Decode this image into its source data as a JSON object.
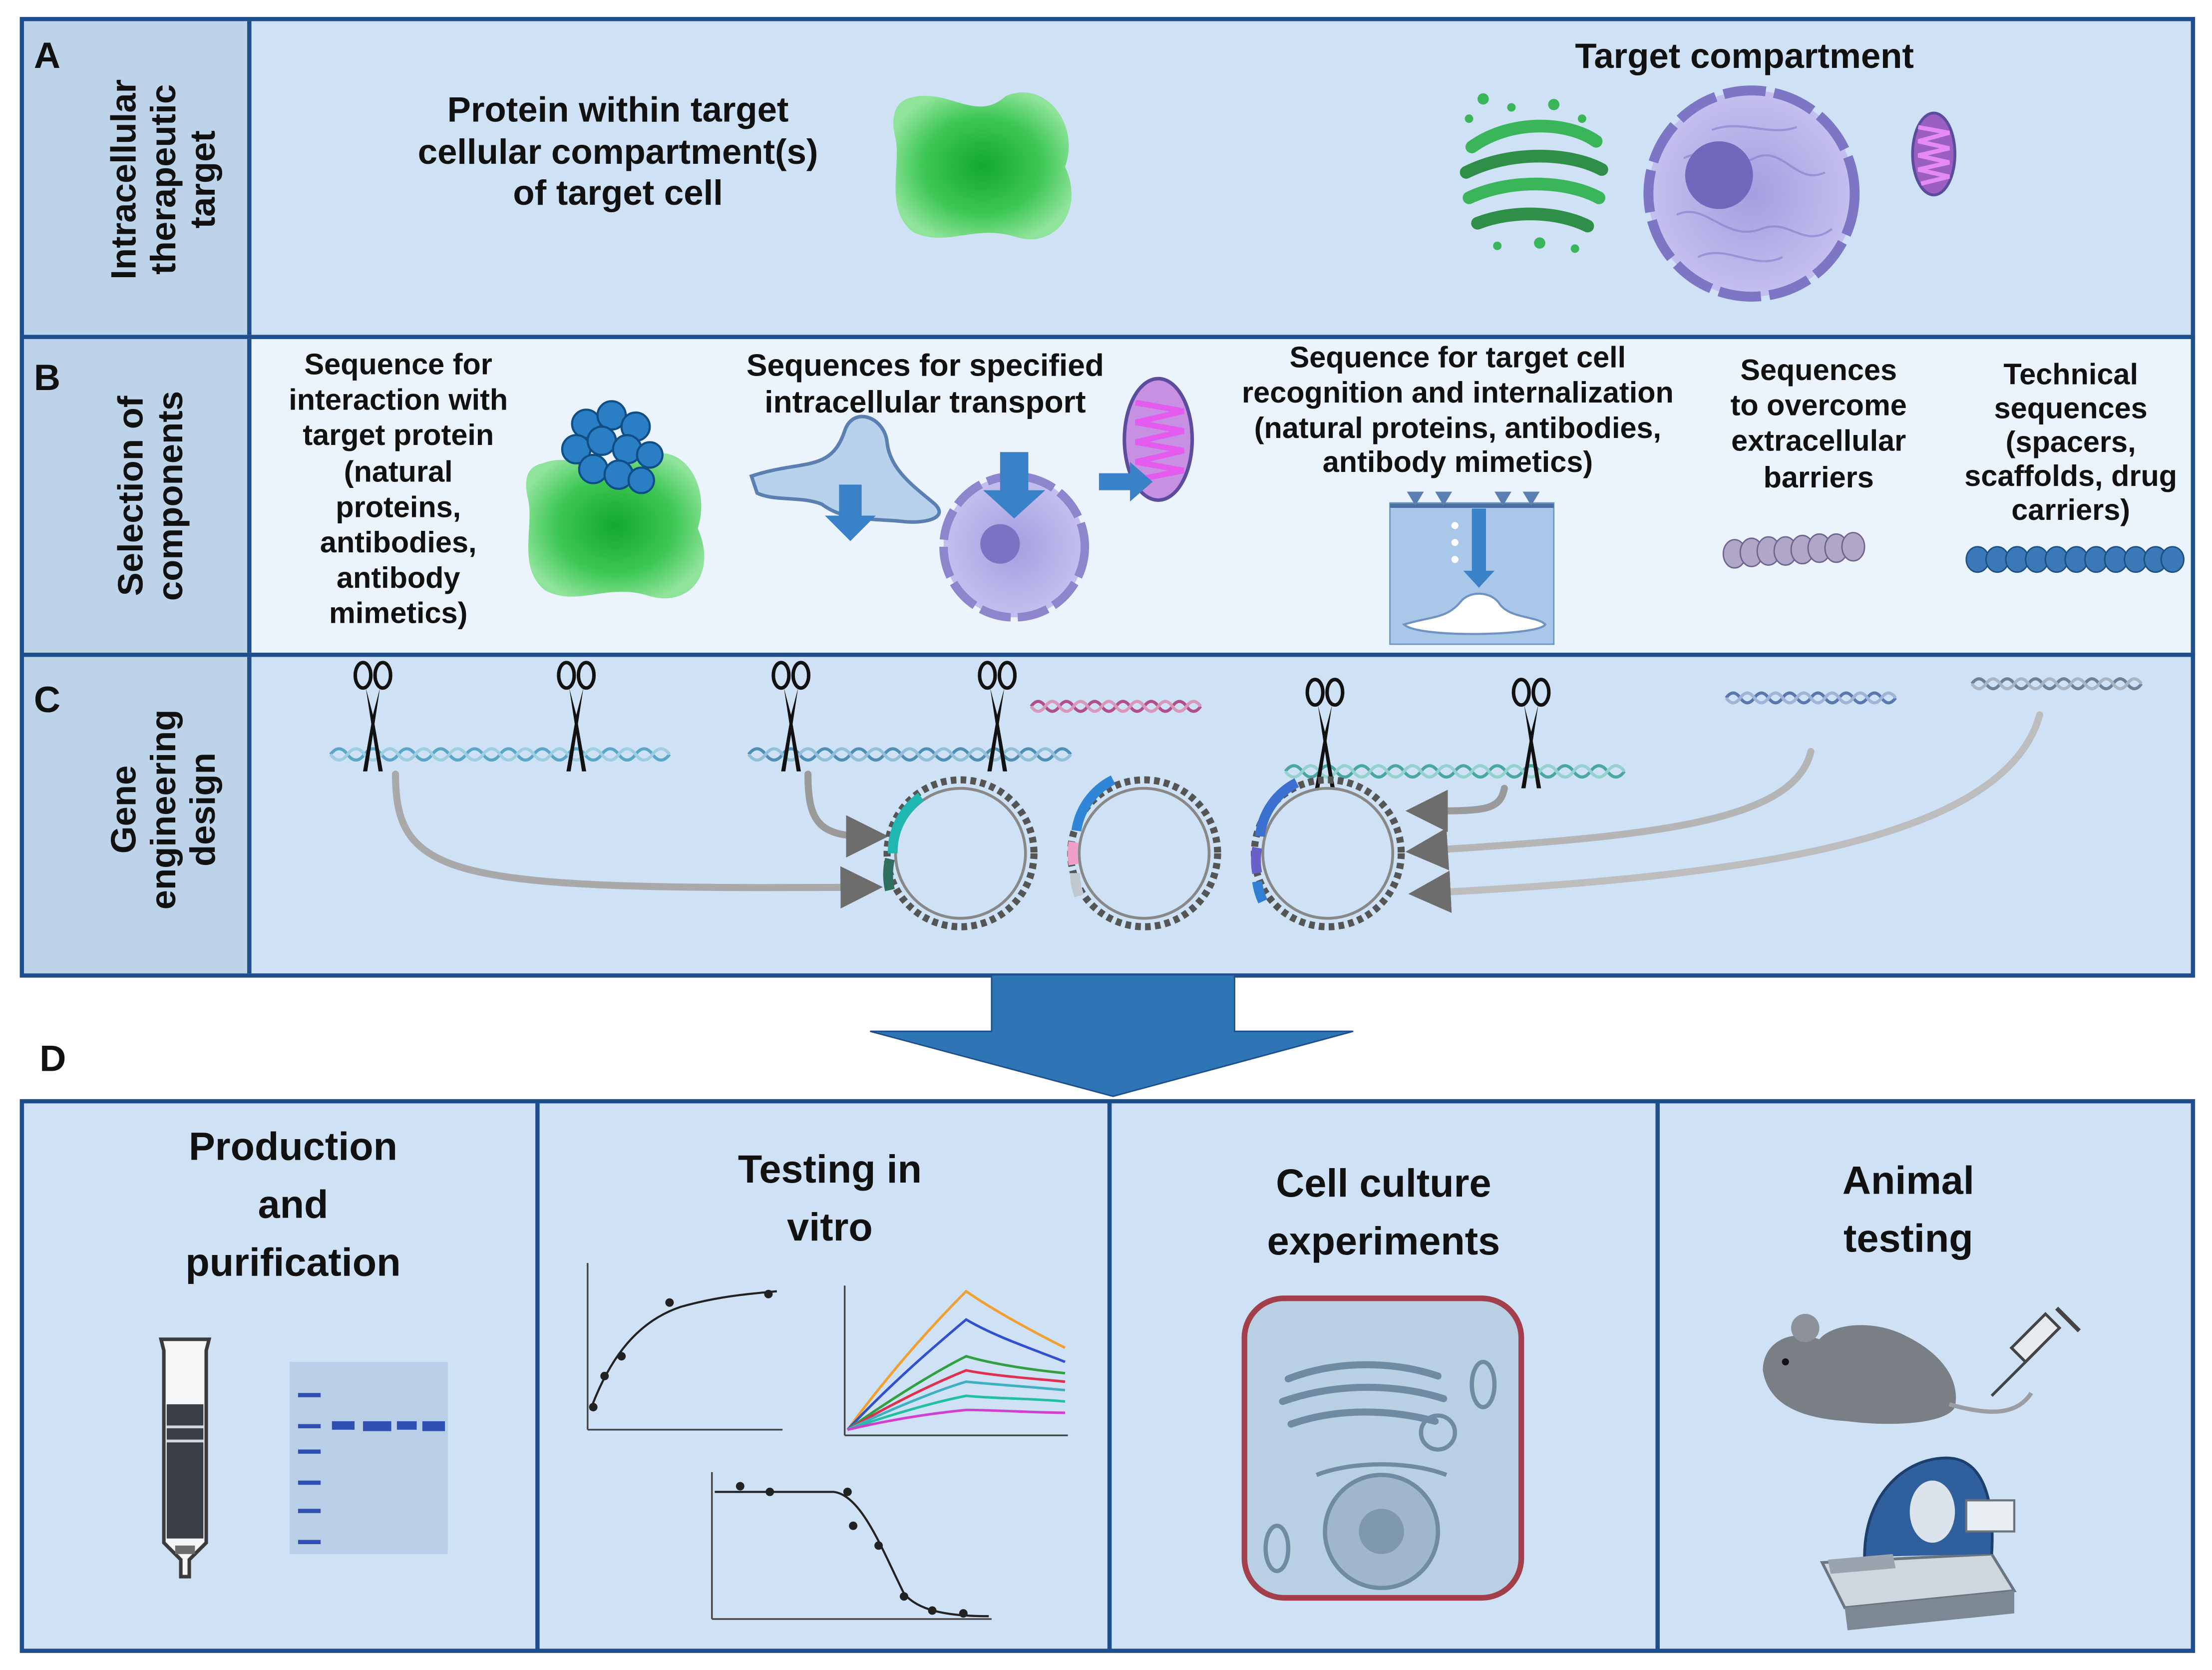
{
  "rows": {
    "A": {
      "letter": "A",
      "side_label_line1": "Intracellular",
      "side_label_line2": "therapeutic",
      "side_label_line3": "target",
      "protein_text_line1": "Protein within target",
      "protein_text_line2": "cellular compartment(s)",
      "protein_text_line3": "of target cell",
      "compartment_title": "Target compartment"
    },
    "B": {
      "letter": "B",
      "side_label_line1": "Selection of",
      "side_label_line2": "components",
      "items": [
        {
          "lines": [
            "Sequence for",
            "interaction with",
            "target protein",
            "(natural",
            "proteins,",
            "antibodies,",
            "antibody",
            "mimetics)"
          ]
        },
        {
          "lines": [
            "Sequences for specified",
            "intracellular transport"
          ]
        },
        {
          "lines": [
            "Sequence for target cell",
            "recognition and internalization",
            "(natural proteins, antibodies,",
            "antibody mimetics)"
          ]
        },
        {
          "lines": [
            "Sequences",
            "to overcome",
            "extracellular",
            "barriers"
          ]
        },
        {
          "lines": [
            "Technical",
            "sequences",
            "(spacers,",
            "scaffolds, drug",
            "carriers)"
          ]
        }
      ]
    },
    "C": {
      "letter": "C",
      "side_label_line1": "Gene",
      "side_label_line2": "engineering",
      "side_label_line3": "design"
    },
    "D": {
      "letter": "D",
      "boxes": [
        {
          "lines": [
            "Production",
            "and",
            "purification"
          ]
        },
        {
          "lines": [
            "Testing in",
            "vitro"
          ]
        },
        {
          "lines": [
            "Cell culture",
            "experiments"
          ]
        },
        {
          "lines": [
            "Animal",
            "testing"
          ]
        }
      ]
    }
  },
  "colors": {
    "panel_fill": "#cfe2f5",
    "side_fill": "#bcd3ea",
    "border": "#1f4e8c",
    "arrow_fill": "#2e75b6",
    "protein_green": "#2dbf4a",
    "organelle_purple": "#9a93d6",
    "mito_pink": "#d65be0"
  },
  "icons": [
    "scissors-icon",
    "dna-strand-icon",
    "plasmid-icon",
    "golgi-icon",
    "nucleus-icon",
    "mitochondrion-icon",
    "syringe-icon",
    "mouse-icon",
    "scanner-icon",
    "gel-icon"
  ]
}
